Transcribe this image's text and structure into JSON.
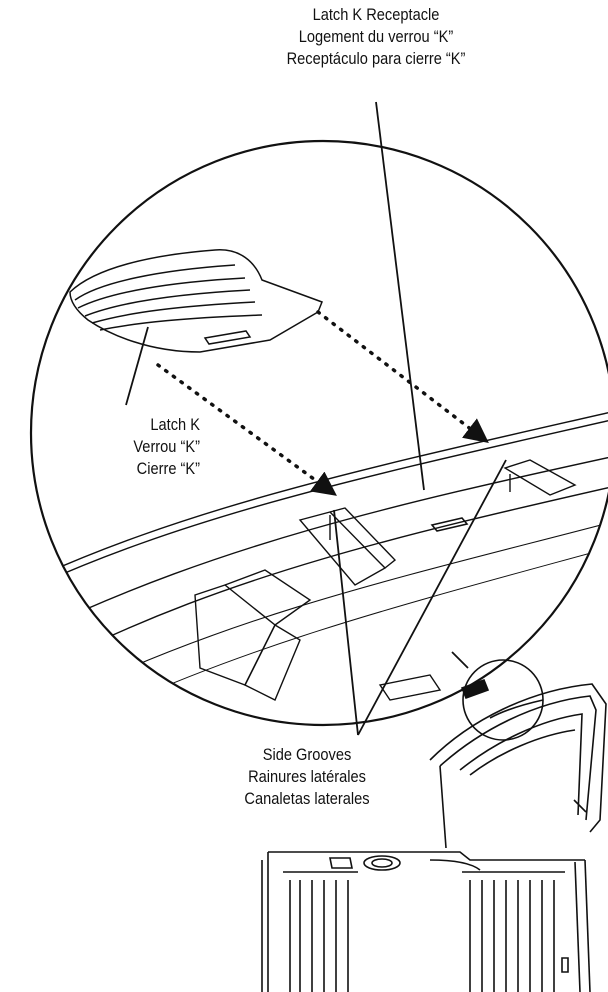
{
  "labels": {
    "receptacle": [
      "Latch K Receptacle",
      "Logement du verrou “K”",
      "Receptáculo para cierre “K”"
    ],
    "latch": [
      "Latch K",
      "Verrou “K”",
      "Cierre “K”"
    ],
    "grooves": [
      "Side Grooves",
      "Rainures latérales",
      "Canaletas laterales"
    ]
  },
  "colors": {
    "ink": "#111111",
    "paper": "#ffffff"
  }
}
